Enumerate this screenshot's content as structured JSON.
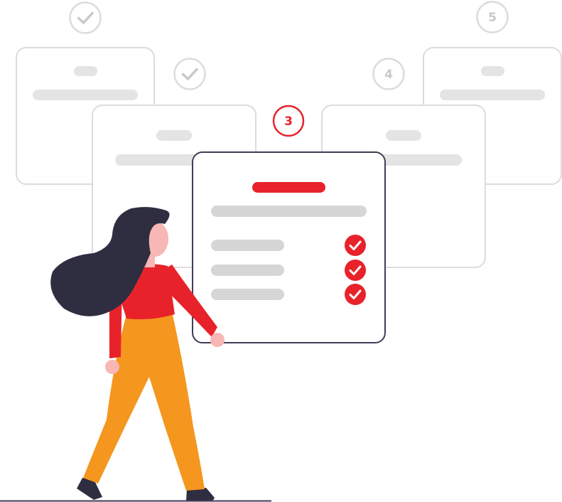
{
  "steps": [
    {
      "label": "",
      "state": "done"
    },
    {
      "label": "",
      "state": "done"
    },
    {
      "label": "3",
      "state": "current"
    },
    {
      "label": "4",
      "state": "pending"
    },
    {
      "label": "5",
      "state": "pending"
    }
  ],
  "active_card": {
    "checklist_items": 3,
    "checked_items": 3
  },
  "colors": {
    "accent": "#e8222b",
    "muted_border": "#dcdcdc",
    "muted_icon": "#c9c9c9",
    "placeholder_bar": "#d6d6d6",
    "card_outline": "#3f3d56",
    "hair": "#2f2e41",
    "shirt": "#e8222b",
    "pants": "#f5961f",
    "skin": "#f7b7b4",
    "ground": "#3f3d56"
  },
  "icons": [
    "check-circle-icon",
    "check-badge-icon"
  ]
}
